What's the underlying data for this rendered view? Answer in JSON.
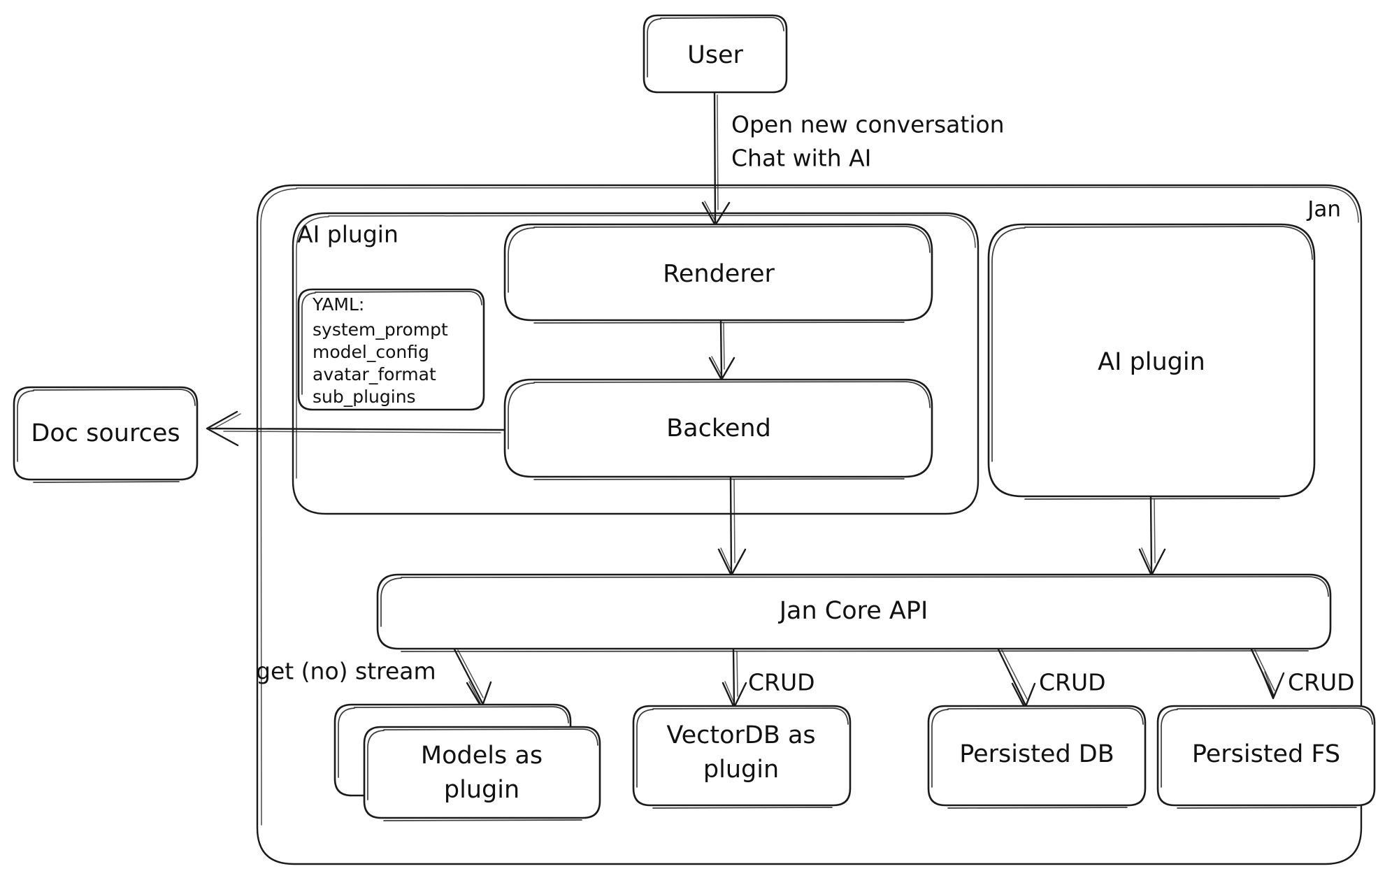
{
  "diagram": {
    "title": "Jan architecture diagram",
    "style": "hand-drawn sketch",
    "stroke_color": "#1a1a1a",
    "background_color": "#ffffff"
  },
  "nodes": {
    "user": {
      "label": "User"
    },
    "doc_sources": {
      "label": "Doc sources"
    },
    "renderer": {
      "label": "Renderer"
    },
    "backend": {
      "label": "Backend"
    },
    "ai_plugin_right": {
      "label": "AI plugin"
    },
    "jan_core_api": {
      "label": "Jan Core API"
    },
    "models_plugin": {
      "label_line1": "Models as",
      "label_line2": "plugin"
    },
    "vectordb_plugin": {
      "label_line1": "VectorDB as",
      "label_line2": "plugin"
    },
    "persisted_db": {
      "label": "Persisted DB"
    },
    "persisted_fs": {
      "label": "Persisted FS"
    }
  },
  "groups": {
    "jan": {
      "label": "Jan"
    },
    "ai_plugin": {
      "label": "AI plugin"
    }
  },
  "yaml_box": {
    "title": "YAML:",
    "keys": [
      "system_prompt",
      "model_config",
      "avatar_format",
      "sub_plugins"
    ]
  },
  "edges": [
    {
      "id": "user-to-renderer",
      "label_line1": "Open new conversation",
      "label_line2": "Chat with AI",
      "from": "user",
      "to": "renderer"
    },
    {
      "id": "renderer-to-backend",
      "label": "",
      "from": "renderer",
      "to": "backend"
    },
    {
      "id": "backend-to-doc-sources",
      "label": "",
      "from": "backend",
      "to": "doc_sources"
    },
    {
      "id": "backend-to-core",
      "label": "",
      "from": "backend",
      "to": "jan_core_api"
    },
    {
      "id": "aiplugin-to-core",
      "label": "",
      "from": "ai_plugin_right",
      "to": "jan_core_api"
    },
    {
      "id": "core-to-models",
      "label": "get (no) stream",
      "from": "jan_core_api",
      "to": "models_plugin"
    },
    {
      "id": "core-to-vectordb",
      "label": "CRUD",
      "from": "jan_core_api",
      "to": "vectordb_plugin"
    },
    {
      "id": "core-to-persisted-db",
      "label": "CRUD",
      "from": "jan_core_api",
      "to": "persisted_db"
    },
    {
      "id": "core-to-persisted-fs",
      "label": "CRUD",
      "from": "jan_core_api",
      "to": "persisted_fs"
    }
  ]
}
